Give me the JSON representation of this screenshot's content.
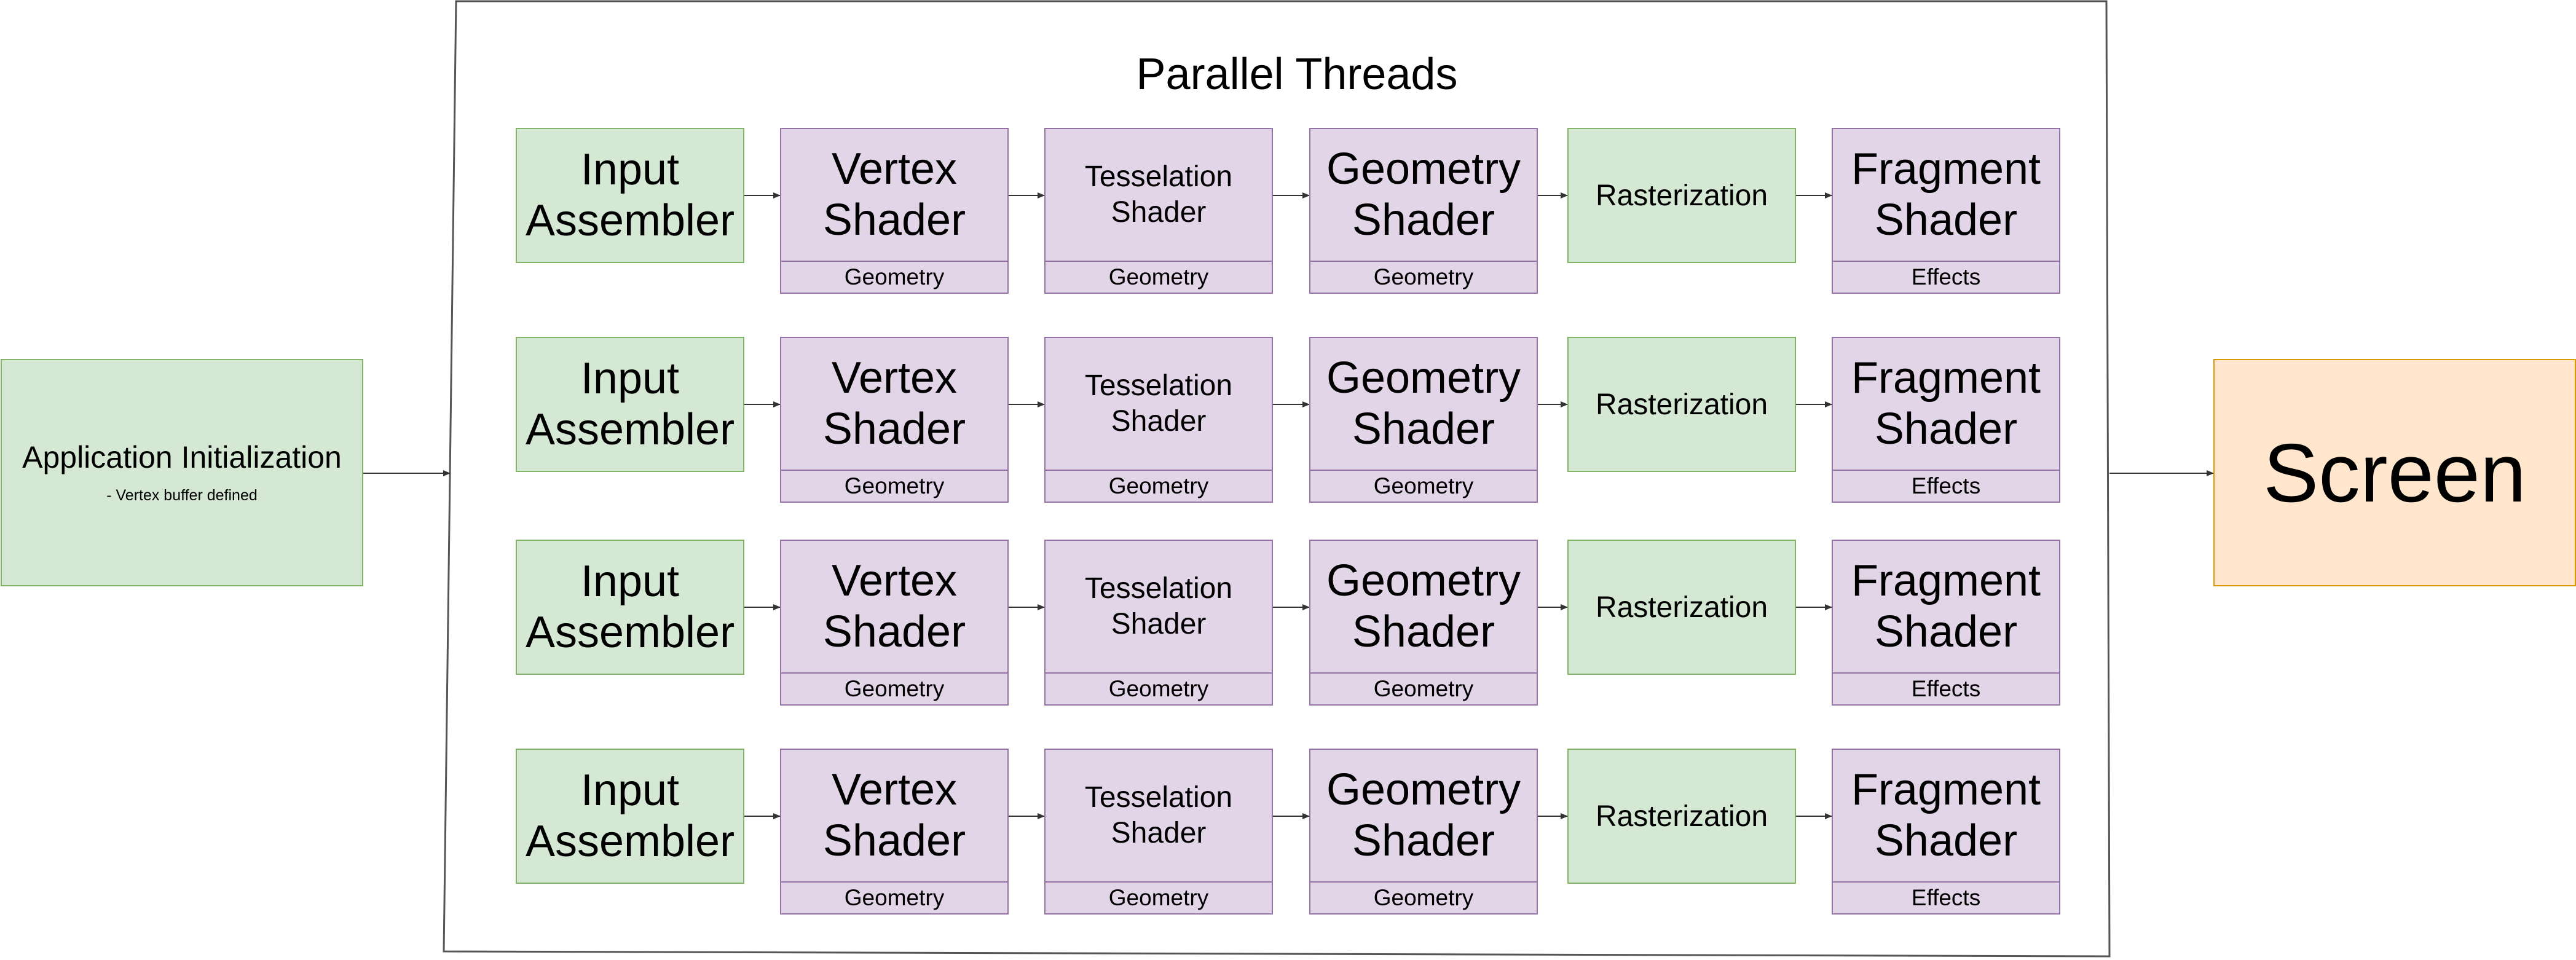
{
  "application": {
    "title": "Application Initialization",
    "subtitle": "- Vertex buffer defined"
  },
  "panel": {
    "title": "Parallel Threads"
  },
  "screen": {
    "label": "Screen"
  },
  "stages": [
    {
      "id": "input-assembler",
      "label": "Input Assembler",
      "color": "green",
      "size": "big",
      "sub": ""
    },
    {
      "id": "vertex-shader",
      "label": "Vertex Shader",
      "color": "purple",
      "size": "big",
      "sub": "Geometry"
    },
    {
      "id": "tesselation-shader",
      "label": "Tesselation Shader",
      "color": "purple",
      "size": "mid",
      "sub": "Geometry"
    },
    {
      "id": "geometry-shader",
      "label": "Geometry Shader",
      "color": "purple",
      "size": "big",
      "sub": "Geometry"
    },
    {
      "id": "rasterization",
      "label": "Rasterization",
      "color": "green",
      "size": "rast",
      "sub": ""
    },
    {
      "id": "fragment-shader",
      "label": "Fragment Shader",
      "color": "purple",
      "size": "big",
      "sub": "Effects"
    }
  ],
  "thread_count": 4,
  "colors": {
    "green_fill": "#d5e8d4",
    "green_stroke": "#82b366",
    "purple_fill": "#e1d5e7",
    "purple_stroke": "#9673a6",
    "orange_fill": "#ffe6cc",
    "orange_stroke": "#d79b00",
    "line": "#333333"
  }
}
